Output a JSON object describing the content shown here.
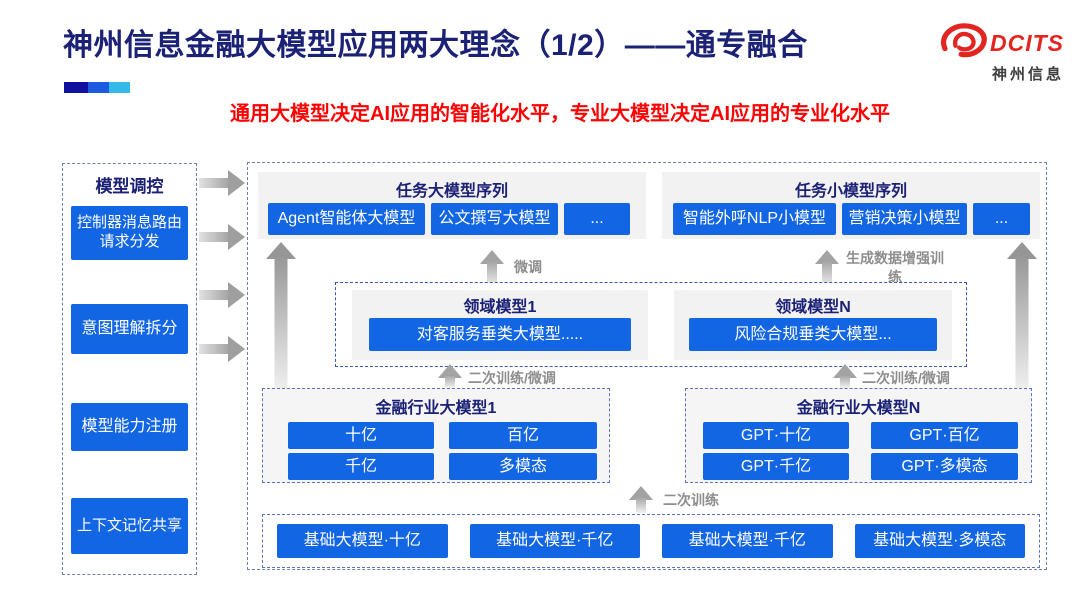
{
  "slide": {
    "title": "神州信息金融大模型应用两大理念（1/2）——通专融合",
    "subtitle": "通用大模型决定AI应用的智能化水平，专业大模型决定AI应用的专业化水平"
  },
  "logo": {
    "text": "DCITS",
    "subtext": "神州信息"
  },
  "colors": {
    "accent_blue": "#1266e4",
    "title_navy": "#1b2175",
    "subtitle_red": "#fb0303",
    "panel_gray": "#f2f2f3",
    "arrow_gray": "#9f9f9f",
    "logo_red": "#e32522"
  },
  "sidebar": {
    "title": "模型调控",
    "items": [
      "控制器消息路由请求分发",
      "意图理解拆分",
      "模型能力注册",
      "上下文记忆共享"
    ]
  },
  "task_large_panel": {
    "title": "任务大模型序列",
    "items": [
      "Agent智能体大模型",
      "公文撰写大模型",
      "..."
    ]
  },
  "task_small_panel": {
    "title": "任务小模型序列",
    "items": [
      "智能外呼NLP小模型",
      "营销决策小模型",
      "..."
    ]
  },
  "domain_box": {
    "left": {
      "title": "领域模型1",
      "model": "对客服务垂类大模型....."
    },
    "right": {
      "title": "领域模型N",
      "model": "风险合规垂类大模型..."
    }
  },
  "industry_left": {
    "title": "金融行业大模型1",
    "items": [
      "十亿",
      "百亿",
      "千亿",
      "多模态"
    ]
  },
  "industry_right": {
    "title": "金融行业大模型N",
    "items": [
      "GPT·十亿",
      "GPT·百亿",
      "GPT·千亿",
      "GPT·多模态"
    ]
  },
  "base_row": {
    "items": [
      "基础大模型·十亿",
      "基础大模型·千亿",
      "基础大模型·千亿",
      "基础大模型·多模态"
    ]
  },
  "flow_labels": {
    "finetune": "微调",
    "gen_data_training": "生成数据增强训练",
    "retrain_finetune_left": "二次训练/微调",
    "retrain_finetune_right": "二次训练/微调",
    "retrain": "二次训练"
  }
}
